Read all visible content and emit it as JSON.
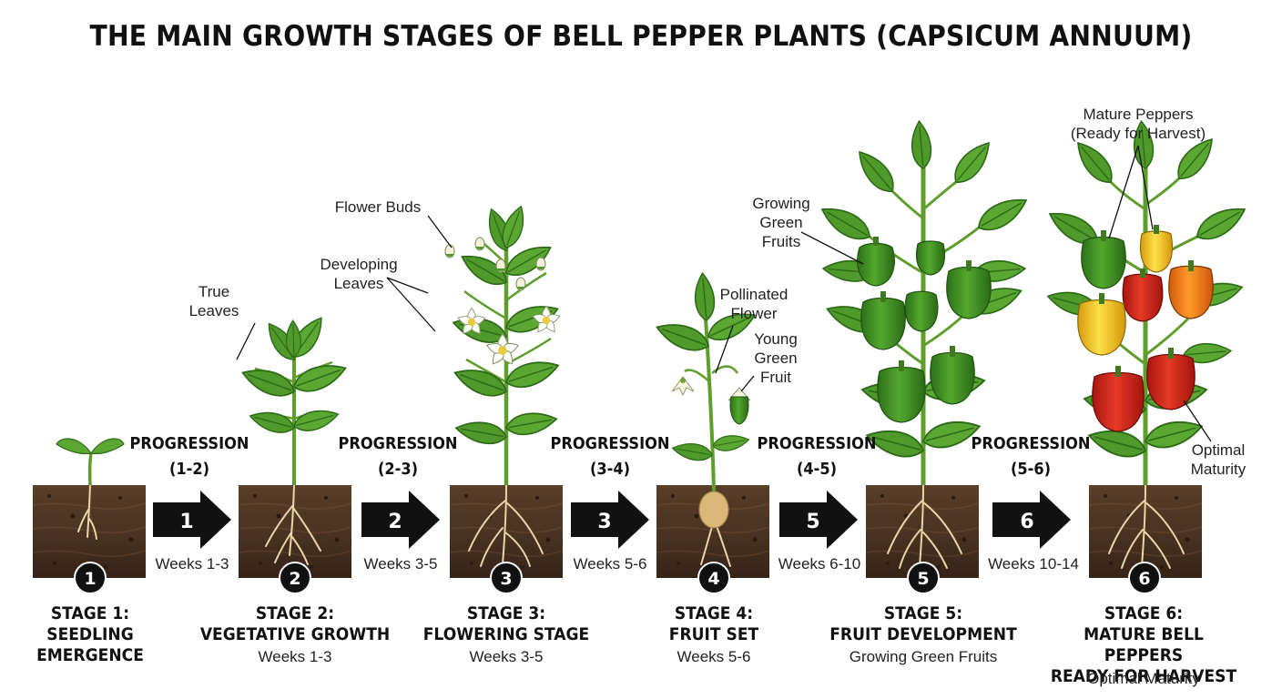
{
  "title": "THE MAIN GROWTH STAGES OF BELL PEPPER PLANTS (CAPSICUM ANNUUM)",
  "stages": [
    {
      "number": "1",
      "title_line1": "STAGE 1:",
      "title_line2": "SEEDLING",
      "title_line3": "EMERGENCE",
      "subtitle": ""
    },
    {
      "number": "2",
      "title_line1": "STAGE 2:",
      "title_line2": "VEGETATIVE GROWTH",
      "title_line3": "",
      "subtitle": "Weeks 1-3"
    },
    {
      "number": "3",
      "title_line1": "STAGE 3:",
      "title_line2": "FLOWERING STAGE",
      "title_line3": "",
      "subtitle": "Weeks 3-5"
    },
    {
      "number": "4",
      "title_line1": "STAGE 4:",
      "title_line2": "FRUIT SET",
      "title_line3": "",
      "subtitle": "Weeks 5-6"
    },
    {
      "number": "5",
      "title_line1": "STAGE 5:",
      "title_line2": "FRUIT DEVELOPMENT",
      "title_line3": "",
      "subtitle": "Growing Green Fruits"
    },
    {
      "number": "6",
      "title_line1": "STAGE 6:",
      "title_line2": "MATURE BELL PEPPERS",
      "title_line3": "READY FOR HARVEST",
      "subtitle": "Optimal Maturity"
    }
  ],
  "progressions": [
    {
      "label": "PROGRESSION",
      "range": "(1-2)",
      "arrow_number": "1",
      "weeks": "Weeks 1-3"
    },
    {
      "label": "PROGRESSION",
      "range": "(2-3)",
      "arrow_number": "2",
      "weeks": "Weeks 3-5"
    },
    {
      "label": "PROGRESSION",
      "range": "(3-4)",
      "arrow_number": "3",
      "weeks": "Weeks 5-6"
    },
    {
      "label": "PROGRESSION",
      "range": "(4-5)",
      "arrow_number": "5",
      "weeks": "Weeks 6-10"
    },
    {
      "label": "PROGRESSION",
      "range": "(5-6)",
      "arrow_number": "6",
      "weeks": "Weeks 10-14"
    }
  ],
  "annotations": {
    "true_leaves": {
      "line1": "True",
      "line2": "Leaves"
    },
    "flower_buds": {
      "line1": "Flower Buds"
    },
    "developing_leaves": {
      "line1": "Developing",
      "line2": "Leaves"
    },
    "pollinated_flower": {
      "line1": "Pollinated",
      "line2": "Flower"
    },
    "young_green_fruit": {
      "line1": "Young",
      "line2": "Green",
      "line3": "Fruit"
    },
    "growing_green_fruits": {
      "line1": "Growing",
      "line2": "Green",
      "line3": "Fruits"
    },
    "mature_peppers": {
      "line1": "Mature Peppers",
      "line2": "(Ready for Harvest)"
    },
    "optimal_maturity": {
      "line1": "Optimal",
      "line2": "Maturity"
    }
  },
  "colors": {
    "soil": "#4a3322",
    "soil_dark": "#2f1f14",
    "stem": "#5f9e2c",
    "leaf": "#4f9a2a",
    "leaf_dark": "#2f6d1a",
    "root": "#e8d6a8",
    "pepper_green": "#3d8e22",
    "pepper_red": "#d3221b",
    "pepper_yellow": "#f3c21c",
    "pepper_orange": "#f07a12",
    "arrow": "#111111",
    "badge": "#111111"
  }
}
